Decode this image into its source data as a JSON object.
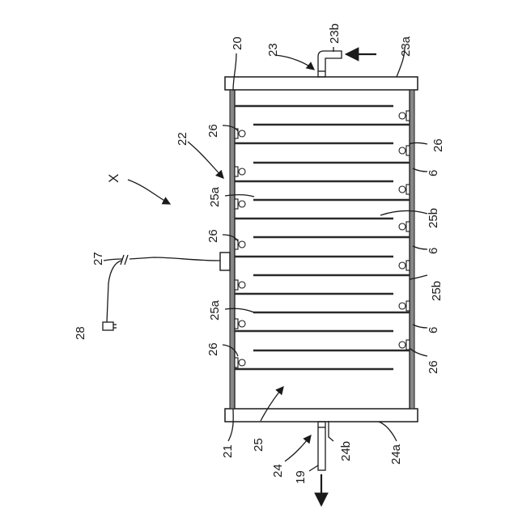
{
  "labels": {
    "l20": "20",
    "l23": "23",
    "l23b": "23b",
    "l23a": "23a",
    "l22": "22",
    "l26_tl": "26",
    "l26_tr": "26",
    "lX": "X",
    "l25a_top": "25a",
    "l6_a": "6",
    "l25b_a": "25b",
    "l26_ml": "26",
    "l27": "27",
    "l6_b": "6",
    "l25b_b": "25b",
    "l28": "28",
    "l25a_bot": "25a",
    "l6_c": "6",
    "l26_bl": "26",
    "l26_br": "26",
    "l21": "21",
    "l25": "25",
    "l24b": "24b",
    "l24a": "24a",
    "l24": "24",
    "l19": "19"
  }
}
